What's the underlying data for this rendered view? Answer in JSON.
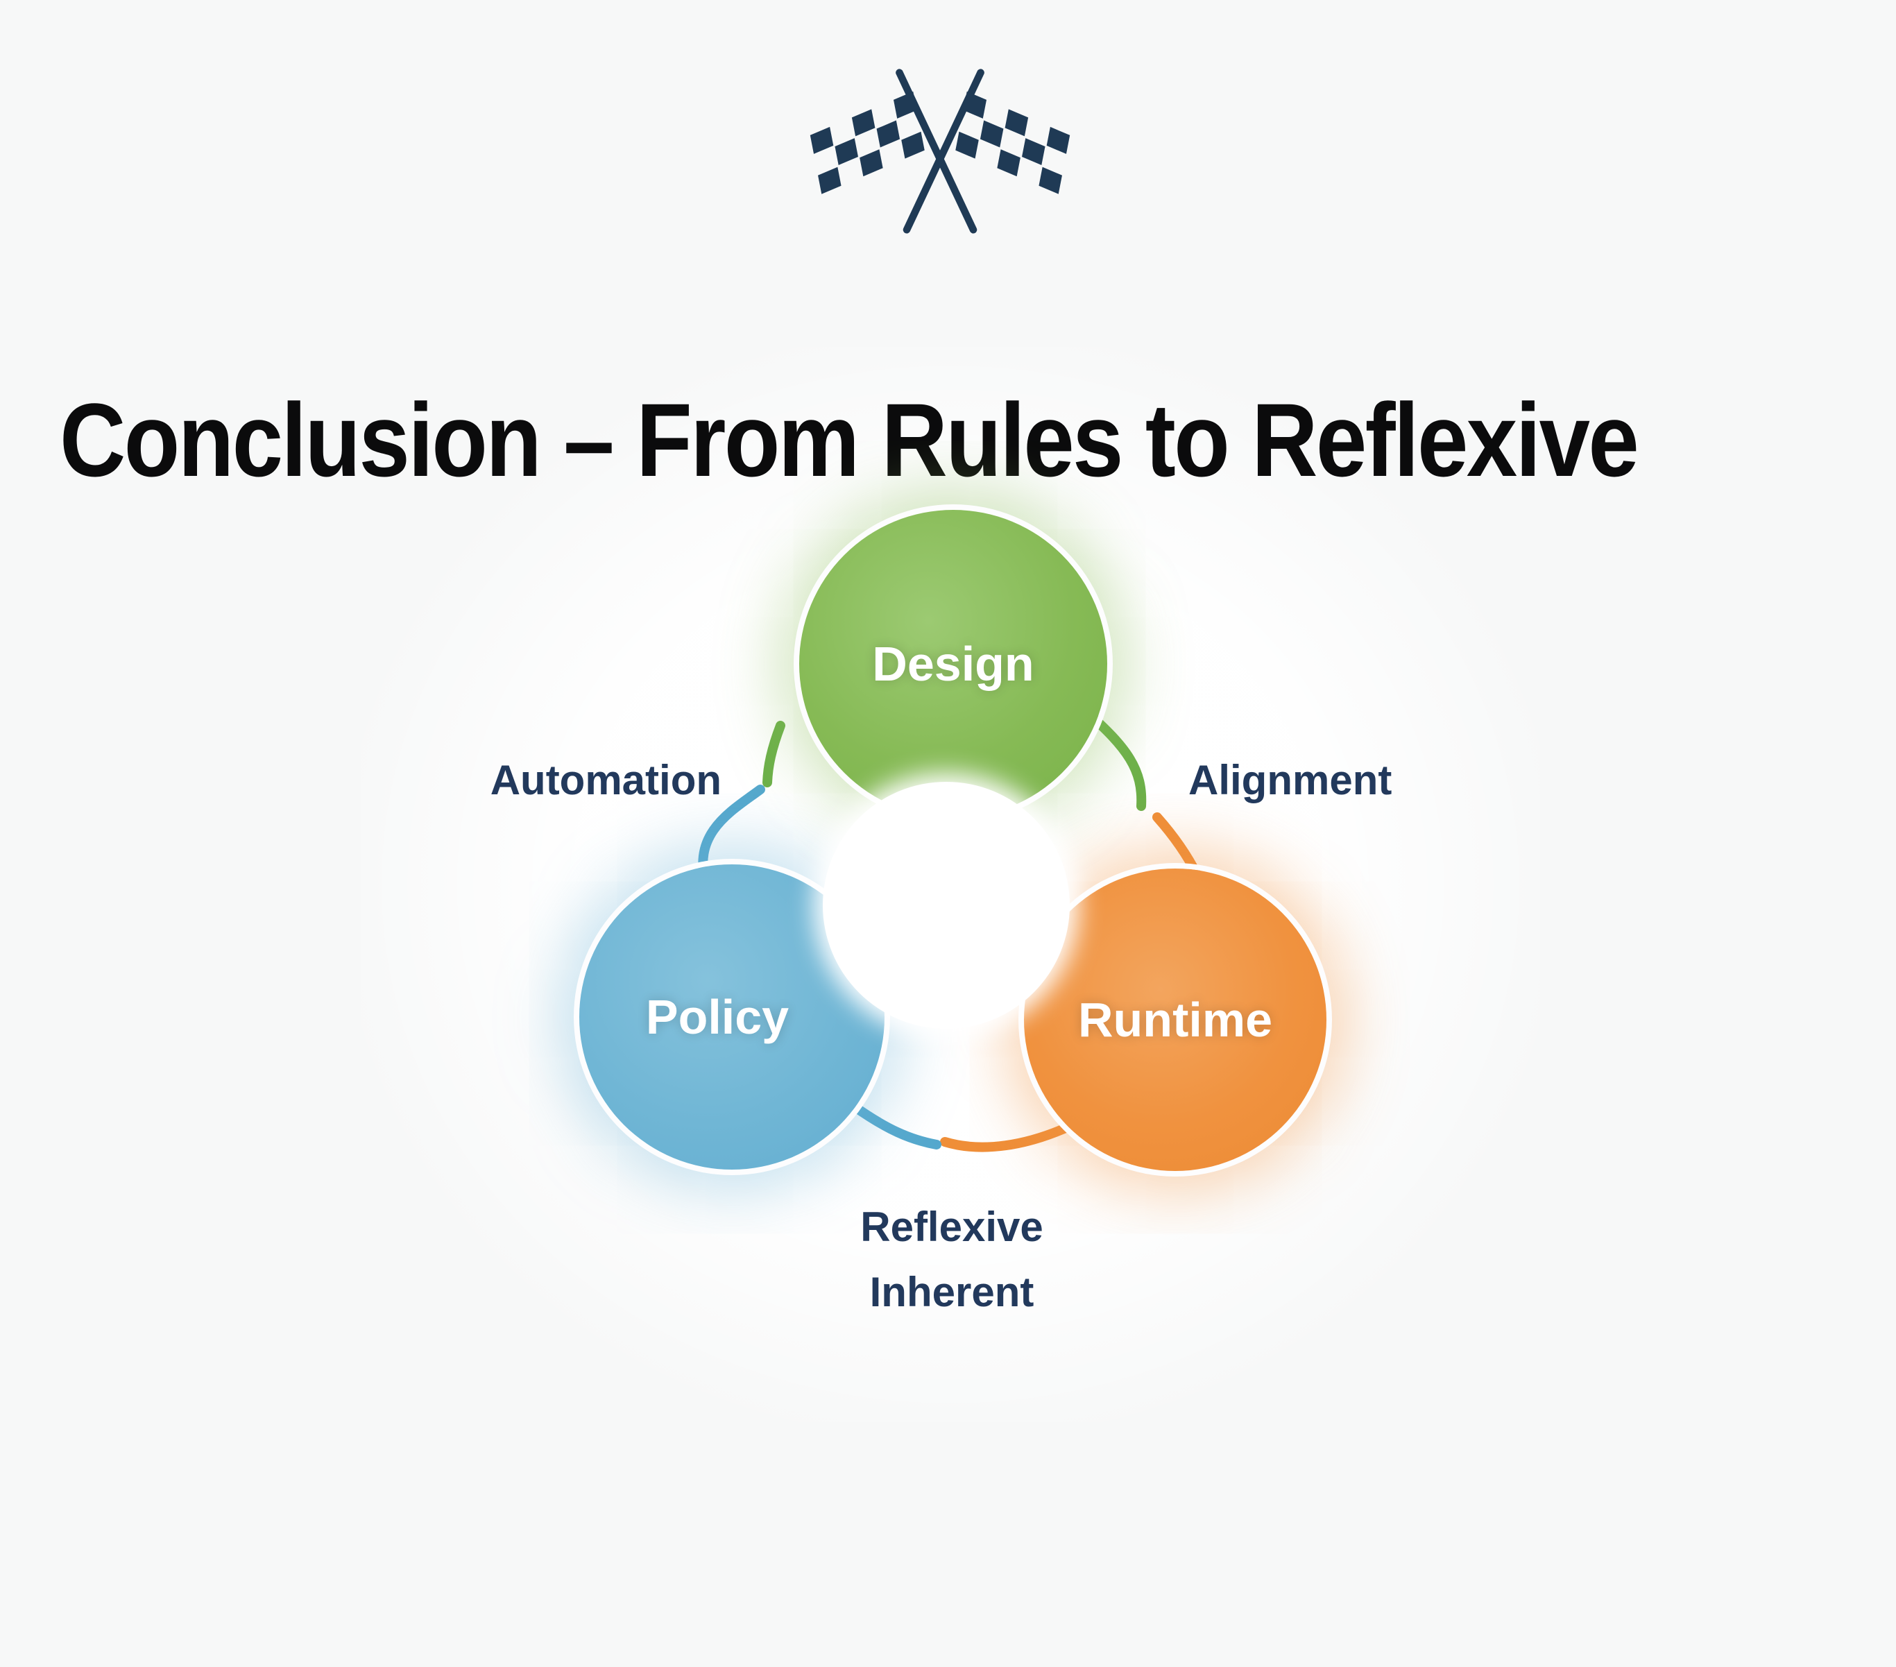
{
  "slide": {
    "title": "Conclusion – From Rules to Reflexive",
    "title_color": "#0b0b0c",
    "background": "#f7f8f8",
    "flags_icon": "crossed-checkered-flags",
    "flags_color": "#1f3a55"
  },
  "diagram": {
    "type": "cycle",
    "label_color": "#22395c",
    "nodes": [
      {
        "id": "design",
        "label": "Design",
        "color": "#86ba55"
      },
      {
        "id": "policy",
        "label": "Policy",
        "color": "#70b6d5"
      },
      {
        "id": "runtime",
        "label": "Runtime",
        "color": "#f0923f"
      }
    ],
    "edges": [
      {
        "from": "policy",
        "to": "design",
        "label": "Automation",
        "color": "#55a8cd"
      },
      {
        "from": "design",
        "to": "runtime",
        "label": "Alignment",
        "color": "#6db04a"
      },
      {
        "from": "runtime",
        "to": "policy",
        "label": "Reflexive\nInherent",
        "color": "#ef8e38"
      }
    ]
  }
}
